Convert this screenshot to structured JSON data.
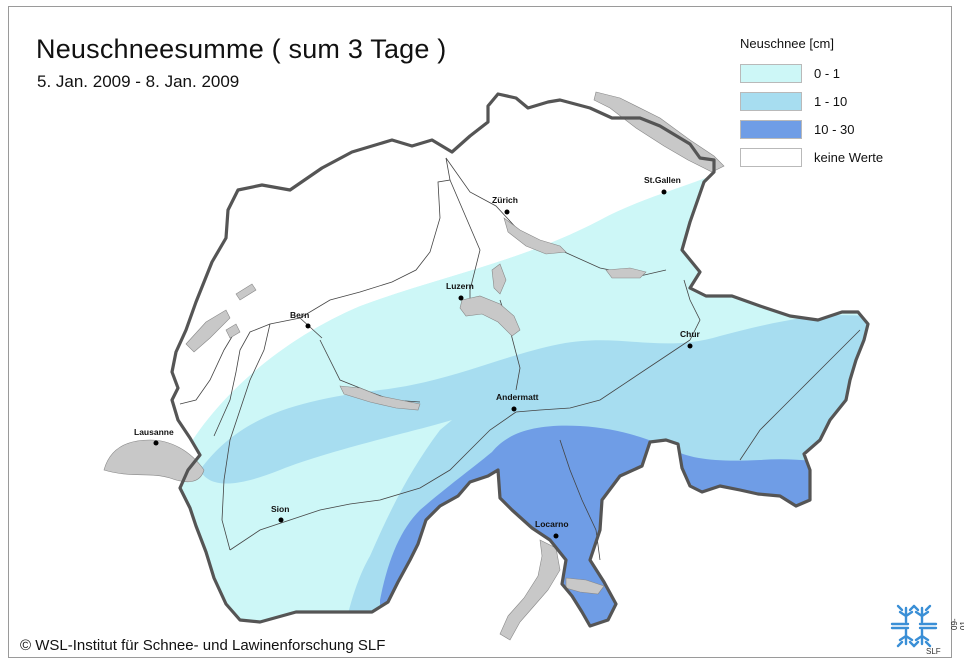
{
  "map": {
    "title": "Neuschneesumme ( sum 3 Tage )",
    "subtitle": "5. Jan. 2009 - 8. Jan. 2009",
    "copyright": "© WSL-Institut für Schnee- und Lawinenforschung SLF",
    "logo_text": "SLF",
    "side_code": "09-01"
  },
  "legend": {
    "title": "Neuschnee [cm]",
    "items": [
      {
        "label": "0 - 1",
        "color": "#cdf7f7"
      },
      {
        "label": "1 - 10",
        "color": "#a7ddf0"
      },
      {
        "label": "10 - 30",
        "color": "#6f9de6"
      },
      {
        "label": "keine Werte",
        "color": "#ffffff"
      }
    ]
  },
  "cities": [
    {
      "name": "St.Gallen"
    },
    {
      "name": "Zürich"
    },
    {
      "name": "Luzern"
    },
    {
      "name": "Bern"
    },
    {
      "name": "Chur"
    },
    {
      "name": "Andermatt"
    },
    {
      "name": "Lausanne"
    },
    {
      "name": "Sion"
    },
    {
      "name": "Locarno"
    }
  ],
  "colors": {
    "border": "#555555",
    "lake": "#c8c8c8",
    "river": "#444444"
  }
}
